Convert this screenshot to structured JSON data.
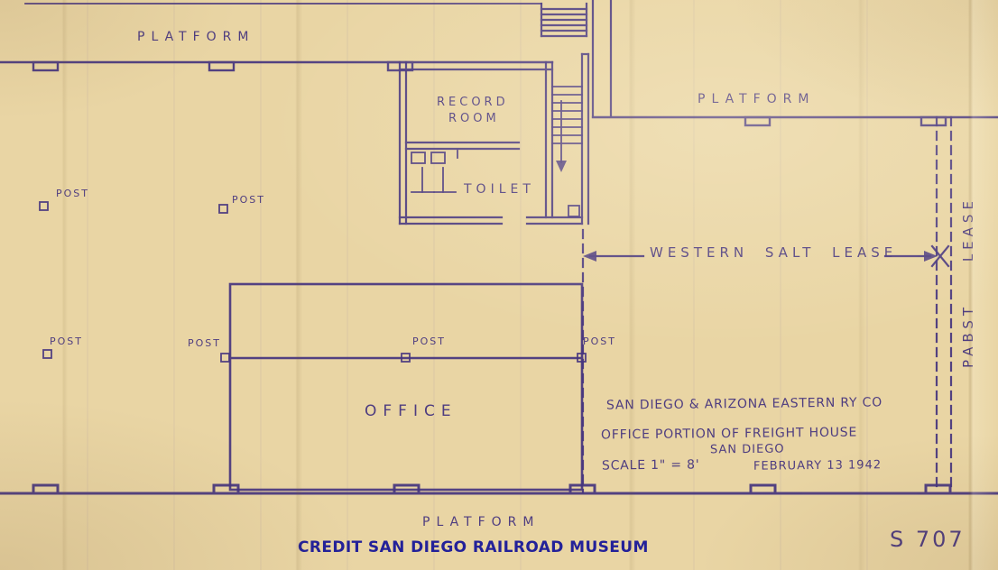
{
  "colors": {
    "ink": "#46357f",
    "paper": "#e9d5a4",
    "credit": "#232199"
  },
  "labels": {
    "platform_top": "PLATFORM",
    "platform_right": "PLATFORM",
    "platform_bottom": "PLATFORM",
    "record_room": [
      "RECORD",
      "ROOM"
    ],
    "toilet": "TOILET",
    "western_salt_lease": "WESTERN SALT LEASE",
    "pabst_lease": "PABST LEASE",
    "office": "OFFICE",
    "posts": [
      "POST",
      "POST",
      "POST",
      "POST",
      "POST",
      "POST"
    ]
  },
  "title_block": {
    "company": "SAN DIEGO & ARIZONA EASTERN RY CO",
    "drawing_title": "OFFICE PORTION OF FREIGHT HOUSE",
    "city": "SAN DIEGO",
    "scale_note": "SCALE 1\" = 8'",
    "date": "FEBRUARY 13 1942"
  },
  "footer": {
    "credit": "CREDIT SAN DIEGO RAILROAD MUSEUM",
    "drawing_number": "S 707"
  }
}
